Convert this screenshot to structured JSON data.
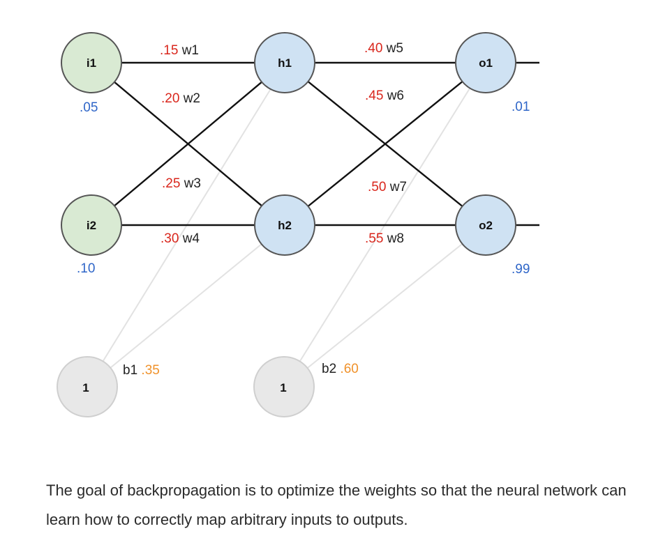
{
  "nodes": {
    "i1": {
      "label": "i1",
      "value": ".05"
    },
    "i2": {
      "label": "i2",
      "value": ".10"
    },
    "h1": {
      "label": "h1"
    },
    "h2": {
      "label": "h2"
    },
    "o1": {
      "label": "o1",
      "target": ".01"
    },
    "o2": {
      "label": "o2",
      "target": ".99"
    },
    "b1": {
      "label": "1"
    },
    "b2": {
      "label": "1"
    }
  },
  "weights": {
    "w1": {
      "value": ".15",
      "name": "w1"
    },
    "w2": {
      "value": ".20",
      "name": "w2"
    },
    "w3": {
      "value": ".25",
      "name": "w3"
    },
    "w4": {
      "value": ".30",
      "name": "w4"
    },
    "w5": {
      "value": ".40",
      "name": "w5"
    },
    "w6": {
      "value": ".45",
      "name": "w6"
    },
    "w7": {
      "value": ".50",
      "name": "w7"
    },
    "w8": {
      "value": ".55",
      "name": "w8"
    }
  },
  "biases": {
    "b1": {
      "name": "b1",
      "value": ".35"
    },
    "b2": {
      "name": "b2",
      "value": ".60"
    }
  },
  "colors": {
    "input_fill": "#d9ead3",
    "hidden_output_fill": "#cfe2f3",
    "bias_fill": "#e8e8e8",
    "weight_value": "#d9261c",
    "node_value": "#2f66c8",
    "bias_value": "#f0922b"
  },
  "caption": "The goal of backpropagation is to optimize the weights so that the neural network can learn how to correctly map arbitrary inputs to outputs."
}
